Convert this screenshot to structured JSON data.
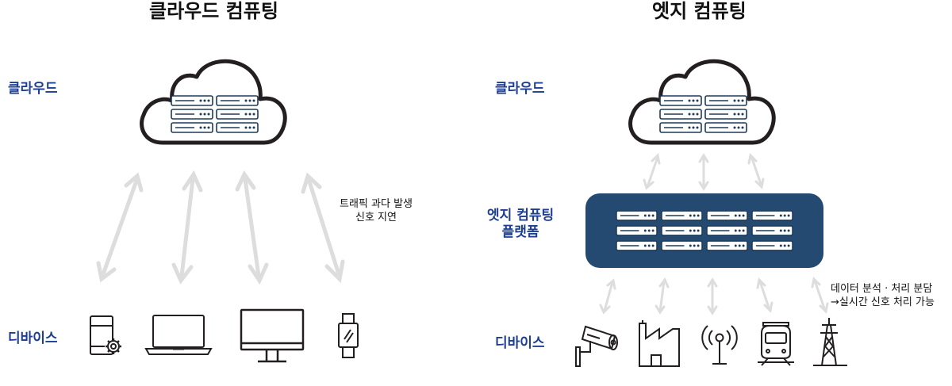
{
  "left": {
    "title": "클라우드 컴퓨팅",
    "cloud_label": "클라우드",
    "device_label": "디바이스",
    "note_line1": "트래픽 과다 발생",
    "note_line2": "신호 지연",
    "devices": [
      "smartphone-settings-icon",
      "laptop-icon",
      "monitor-icon",
      "smartwatch-icon"
    ]
  },
  "right": {
    "title": "엣지 컴퓨팅",
    "cloud_label": "클라우드",
    "edge_label_line1": "엣지 컴퓨팅",
    "edge_label_line2": "플랫폼",
    "device_label": "디바이스",
    "note_line1": "데이터 분석 · 처리 분담",
    "note_line2": "→실시간 신호 처리 가능",
    "devices": [
      "cctv-camera-icon",
      "factory-icon",
      "antenna-icon",
      "train-icon",
      "power-tower-icon"
    ]
  },
  "colors": {
    "label_blue": "#1e3f91",
    "edge_platform": "#244a72",
    "arrow_gray": "#dddddd",
    "outline": "#231f20",
    "server_stroke": "#1f3b5a"
  }
}
